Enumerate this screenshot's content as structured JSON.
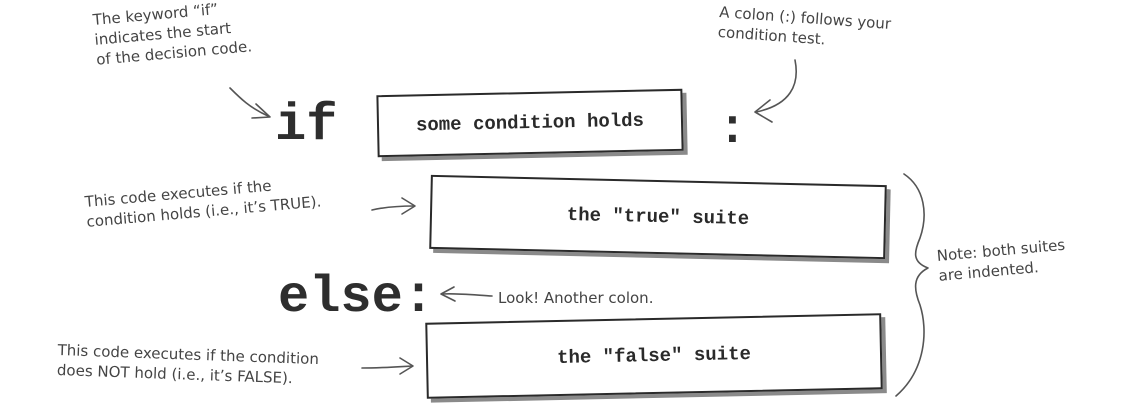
{
  "annotations": {
    "keyword_note": [
      "The keyword “if”",
      "indicates the start",
      "of the decision code."
    ],
    "colon_note": [
      "A colon (:) follows your",
      "condition test."
    ],
    "true_note": [
      "This code executes if the",
      "condition holds (i.e., it’s TRUE)."
    ],
    "false_note": [
      "This code executes if the condition",
      "does NOT hold (i.e., it’s FALSE)."
    ],
    "another_colon": "Look! Another colon.",
    "indent_note": [
      "Note: both suites",
      "are indented."
    ]
  },
  "code": {
    "if_keyword": "if",
    "condition": "some condition holds",
    "colon": ":",
    "true_suite": "the \"true\" suite",
    "else_keyword": "else:",
    "false_suite": "the \"false\" suite"
  }
}
